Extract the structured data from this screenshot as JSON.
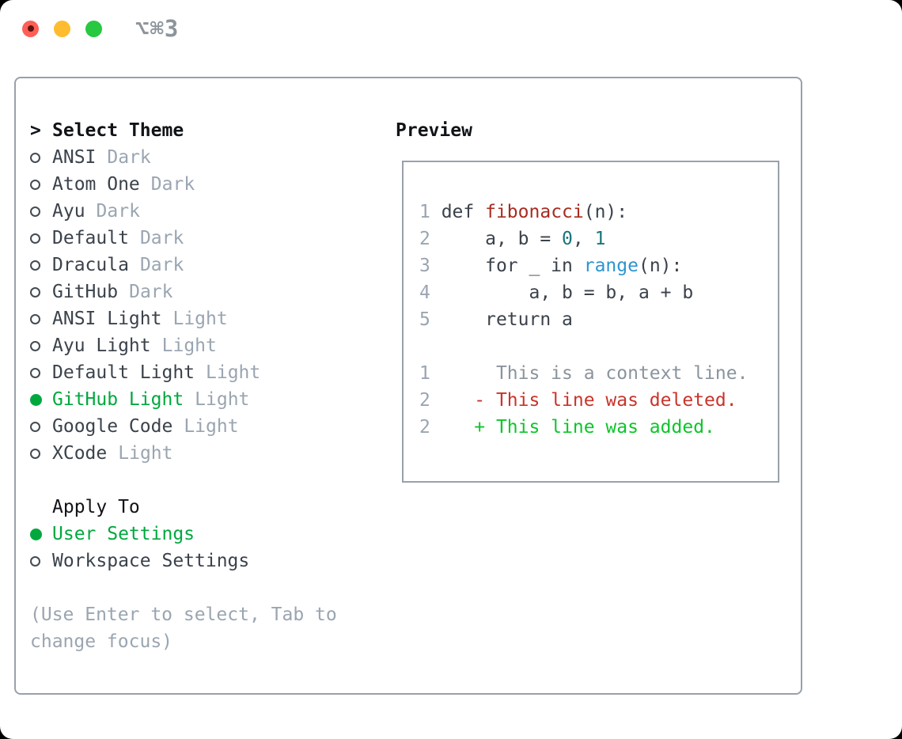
{
  "window": {
    "title": "⌥⌘3"
  },
  "colors": {
    "accent_green": "#00a83e",
    "text_dark": "#3b424b",
    "text_black": "#101317",
    "muted_gray": "#9aa5b1",
    "border_gray": "#98a1ab",
    "line_number": "#9aa5b1",
    "code_plain": "#3b424b",
    "code_function_red": "#a82c21",
    "code_number_teal": "#17757a",
    "code_builtin_blue": "#2d95d0",
    "diff_context_gray": "#8a949d",
    "diff_deleted_red": "#c9342a",
    "diff_added_green": "#0dc52b",
    "traffic_red": "#ff5f57",
    "traffic_red_dot": "#5f130b",
    "traffic_yellow": "#febc2e",
    "traffic_green": "#28c840",
    "title_gray": "#8d949b",
    "radio_ring": "#434b54"
  },
  "theme_panel": {
    "header": {
      "prompt": ">",
      "label": "Select Theme"
    },
    "themes": [
      {
        "name": "ANSI",
        "tag": "Dark",
        "selected": false
      },
      {
        "name": "Atom One",
        "tag": "Dark",
        "selected": false
      },
      {
        "name": "Ayu",
        "tag": "Dark",
        "selected": false
      },
      {
        "name": "Default",
        "tag": "Dark",
        "selected": false
      },
      {
        "name": "Dracula",
        "tag": "Dark",
        "selected": false
      },
      {
        "name": "GitHub",
        "tag": "Dark",
        "selected": false
      },
      {
        "name": "ANSI Light",
        "tag": "Light",
        "selected": false
      },
      {
        "name": "Ayu Light",
        "tag": "Light",
        "selected": false
      },
      {
        "name": "Default Light",
        "tag": "Light",
        "selected": false
      },
      {
        "name": "GitHub Light",
        "tag": "Light",
        "selected": true
      },
      {
        "name": "Google Code",
        "tag": "Light",
        "selected": false
      },
      {
        "name": "XCode",
        "tag": "Light",
        "selected": false
      }
    ],
    "apply_to": {
      "label": "Apply To",
      "options": [
        {
          "name": "User Settings",
          "selected": true
        },
        {
          "name": "Workspace Settings",
          "selected": false
        }
      ]
    },
    "help_lines": [
      "(Use Enter to select, Tab to",
      "change focus)"
    ]
  },
  "preview": {
    "header": "Preview",
    "lines": [
      [
        {
          "t": "1",
          "c": "num"
        },
        {
          "t": " def ",
          "c": "plain"
        },
        {
          "t": "fibonacci",
          "c": "func"
        },
        {
          "t": "(n):",
          "c": "plain"
        }
      ],
      [
        {
          "t": "2",
          "c": "num"
        },
        {
          "t": "     a, b = ",
          "c": "plain"
        },
        {
          "t": "0",
          "c": "teal"
        },
        {
          "t": ", ",
          "c": "plain"
        },
        {
          "t": "1",
          "c": "teal"
        }
      ],
      [
        {
          "t": "3",
          "c": "num"
        },
        {
          "t": "     for _ in ",
          "c": "plain"
        },
        {
          "t": "range",
          "c": "blue"
        },
        {
          "t": "(n):",
          "c": "plain"
        }
      ],
      [
        {
          "t": "4",
          "c": "num"
        },
        {
          "t": "         a, b = b, a + b",
          "c": "plain"
        }
      ],
      [
        {
          "t": "5",
          "c": "num"
        },
        {
          "t": "     return a",
          "c": "plain"
        }
      ],
      [],
      [
        {
          "t": "1",
          "c": "num"
        },
        {
          "t": "      This is a context line.",
          "c": "ctx"
        }
      ],
      [
        {
          "t": "2",
          "c": "num"
        },
        {
          "t": "    - This line was deleted.",
          "c": "del"
        }
      ],
      [
        {
          "t": "2",
          "c": "num"
        },
        {
          "t": "    + This line was added.",
          "c": "add"
        }
      ]
    ]
  }
}
